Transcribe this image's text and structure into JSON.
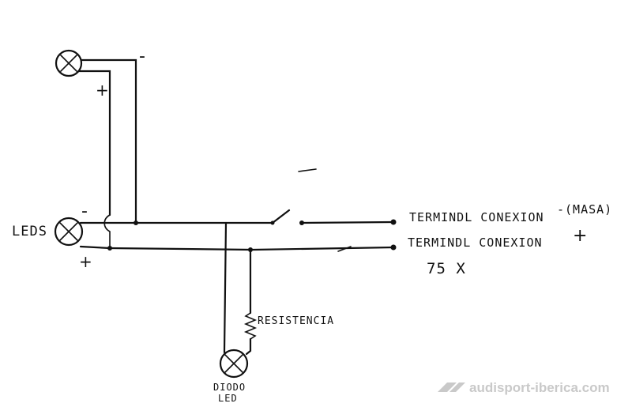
{
  "labels": {
    "leds": "LEDS",
    "terminal_neg": "TERMINDL CONEXION",
    "terminal_neg_suffix": "-(MASA)",
    "terminal_pos": "TERMINDL CONEXION",
    "terminal_pos_suffix": "+",
    "count": "75 X",
    "resistor": "RESISTENCIA",
    "diode_line1": "DIODO",
    "diode_line2": "LED",
    "top_lamp_minus": "-",
    "top_lamp_plus": "+",
    "leds_minus": "-",
    "leds_plus": "+"
  },
  "watermark": {
    "text": "audisport-iberica.com"
  },
  "colors": {
    "ink": "#111111",
    "watermark": "#c9c9c9",
    "background": "#ffffff"
  }
}
